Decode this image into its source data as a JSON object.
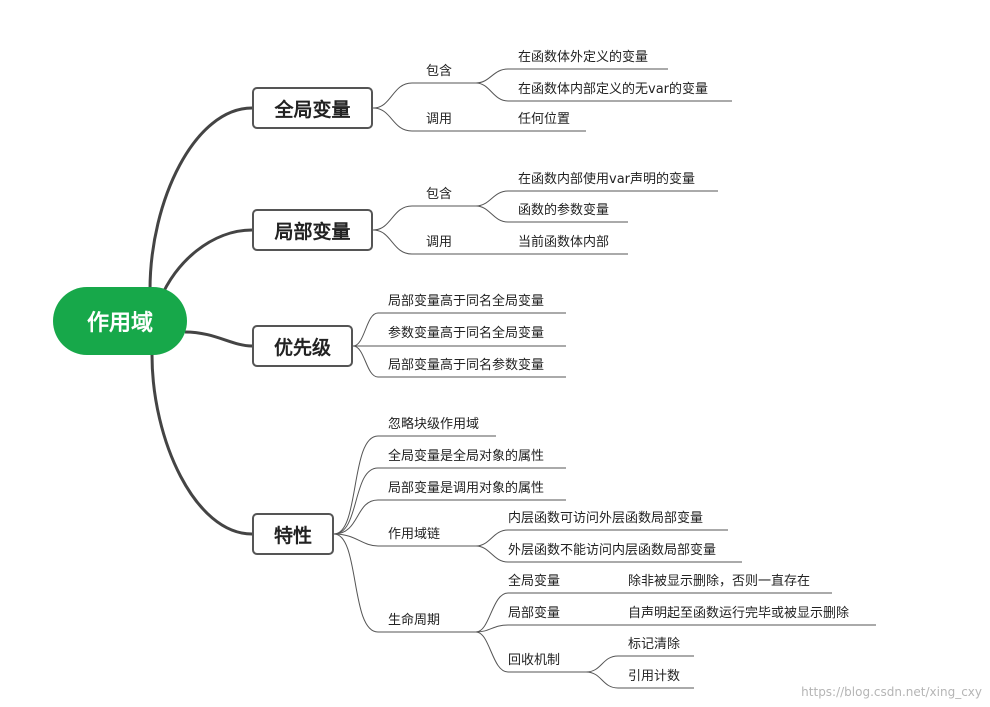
{
  "root": {
    "label": "作用域",
    "color": "#17a84a"
  },
  "topics": {
    "global": {
      "label": "全局变量",
      "contains_label": "包含",
      "contains_items": [
        "在函数体外定义的变量",
        "在函数体内部定义的无var的变量"
      ],
      "call_label": "调用",
      "call_item": "任何位置"
    },
    "local": {
      "label": "局部变量",
      "contains_label": "包含",
      "contains_items": [
        "在函数内部使用var声明的变量",
        "函数的参数变量"
      ],
      "call_label": "调用",
      "call_item": "当前函数体内部"
    },
    "priority": {
      "label": "优先级",
      "items": [
        "局部变量高于同名全局变量",
        "参数变量高于同名全局变量",
        "局部变量高于同名参数变量"
      ]
    },
    "features": {
      "label": "特性",
      "items": [
        "忽略块级作用域",
        "全局变量是全局对象的属性",
        "局部变量是调用对象的属性"
      ],
      "chain_label": "作用域链",
      "chain_items": [
        "内层函数可访问外层函数局部变量",
        "外层函数不能访问内层函数局部变量"
      ],
      "lifecycle_label": "生命周期",
      "lifecycle": {
        "global_label": "全局变量",
        "global_desc": "除非被显示删除，否则一直存在",
        "local_label": "局部变量",
        "local_desc": "自声明起至函数运行完毕或被显示删除",
        "gc_label": "回收机制",
        "gc_items": [
          "标记清除",
          "引用计数"
        ]
      }
    }
  },
  "watermark": "https://blog.csdn.net/xing_cxy"
}
